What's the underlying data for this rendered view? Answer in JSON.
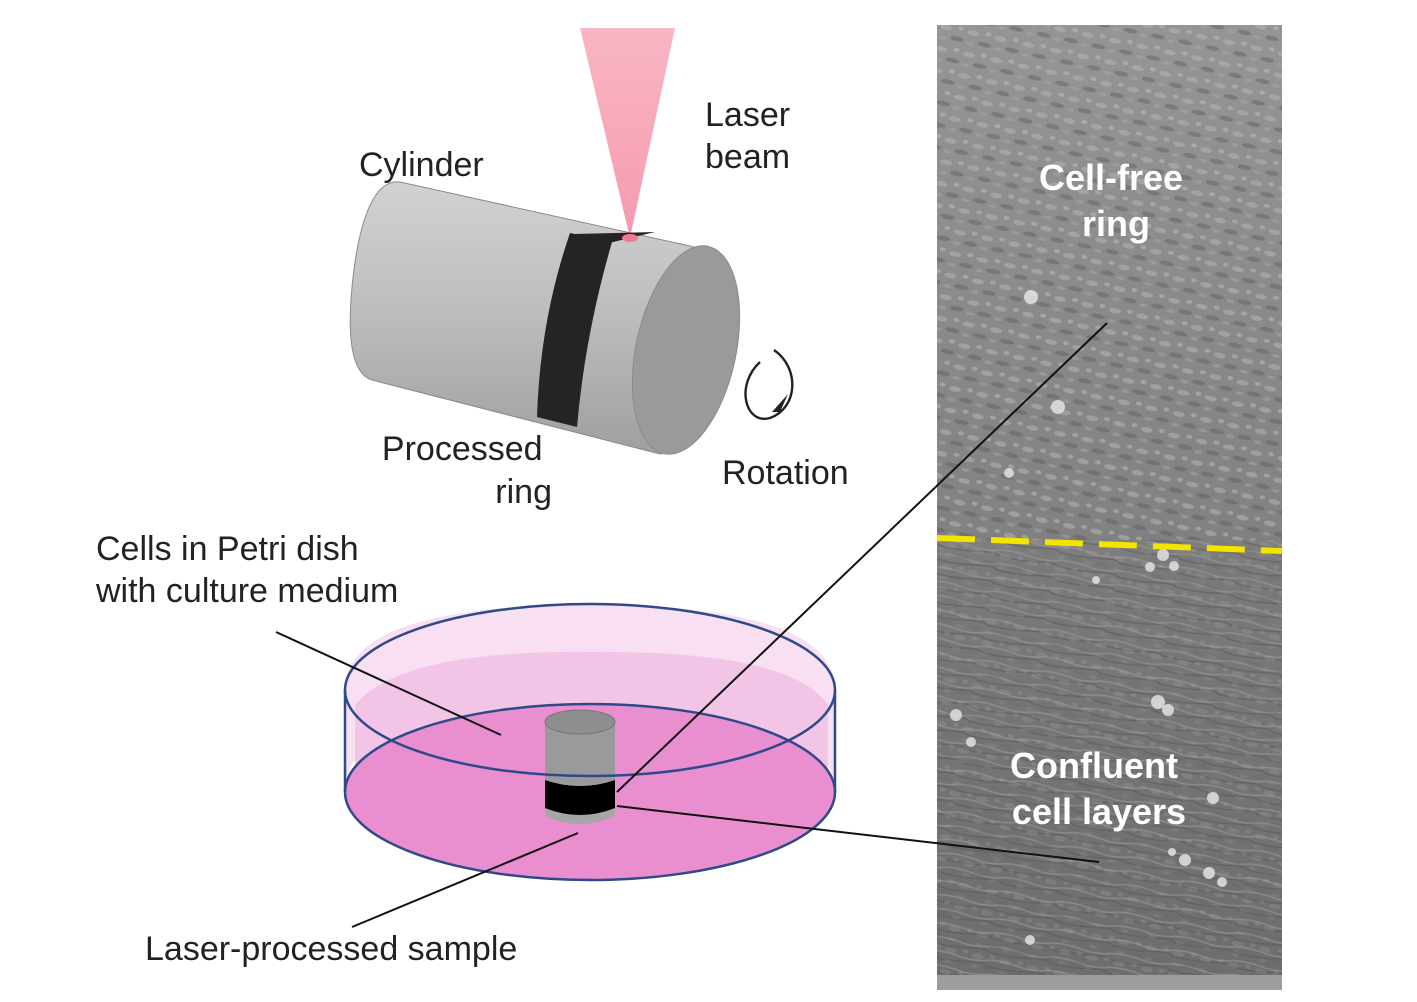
{
  "labels": {
    "laser_beam": [
      "Laser",
      "beam"
    ],
    "cylinder": "Cylinder",
    "processed_ring": [
      "Processed",
      "ring"
    ],
    "rotation": "Rotation",
    "petri_dish": [
      "Cells in Petri dish",
      "with culture medium"
    ],
    "sample": "Laser-processed sample",
    "cell_free_ring": [
      "Cell-free",
      "ring"
    ],
    "confluent": [
      "Confluent",
      "cell layers"
    ]
  },
  "colors": {
    "laser": "#f7a9b9",
    "cylinder_body": "#bdbdbd",
    "cylinder_face": "#9a9a9a",
    "processed_ring": "#242424",
    "medium": "#e98fd0",
    "medium_wall": "#f2c4e6",
    "dish_outline": "#2e4a8a",
    "boundary_dash": "#f5e300",
    "sem_top": "#8d8d8d",
    "sem_bottom": "#747474"
  },
  "icons": {
    "rotation": "rotation-arrow-icon"
  }
}
